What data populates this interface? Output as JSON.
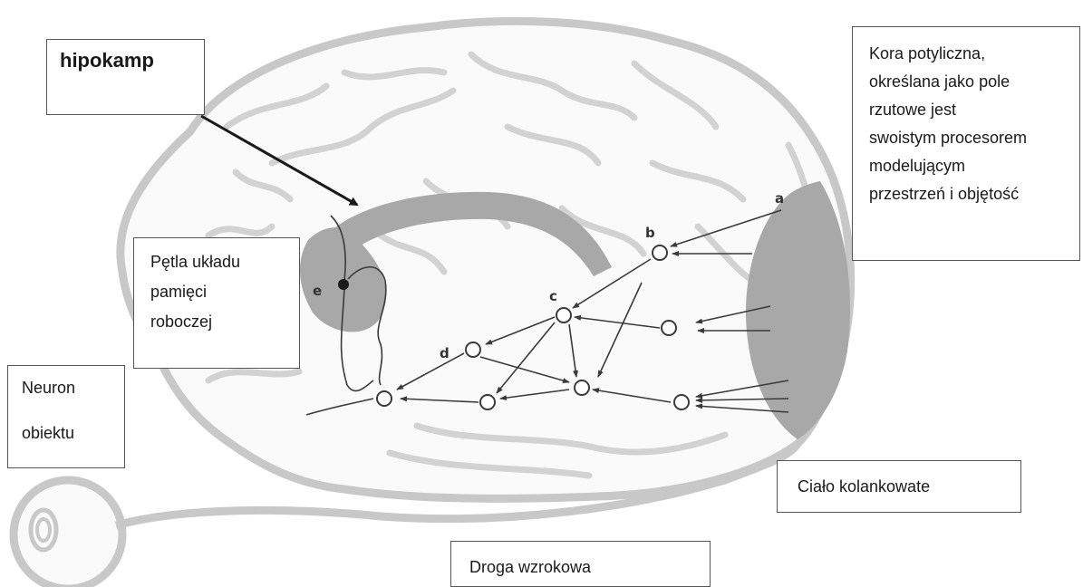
{
  "colors": {
    "brain_outline": "#c8c8c8",
    "shaded_region": "#a8a8a8",
    "neuron_line": "#3a3a3a",
    "arrow": "#1a1a1a",
    "box_border": "#555555"
  },
  "labels": {
    "hippocampus": "hipokamp",
    "occipital_cortex": "Kora potyliczna,\nokreślana jako pole\nrzutowe jest\nswoistym procesorem\nmodelującym\nprzestrzeń i objętość",
    "working_memory_loop": "Pętla układu\npamięci\nroboczej",
    "object_neuron_line1": "Neuron",
    "object_neuron_line2": "obiektu",
    "geniculate_body": "Ciało kolankowate",
    "visual_pathway": "Droga wzrokowa"
  },
  "node_letters": {
    "a": "a",
    "b": "b",
    "c": "c",
    "d": "d",
    "e": "e"
  }
}
